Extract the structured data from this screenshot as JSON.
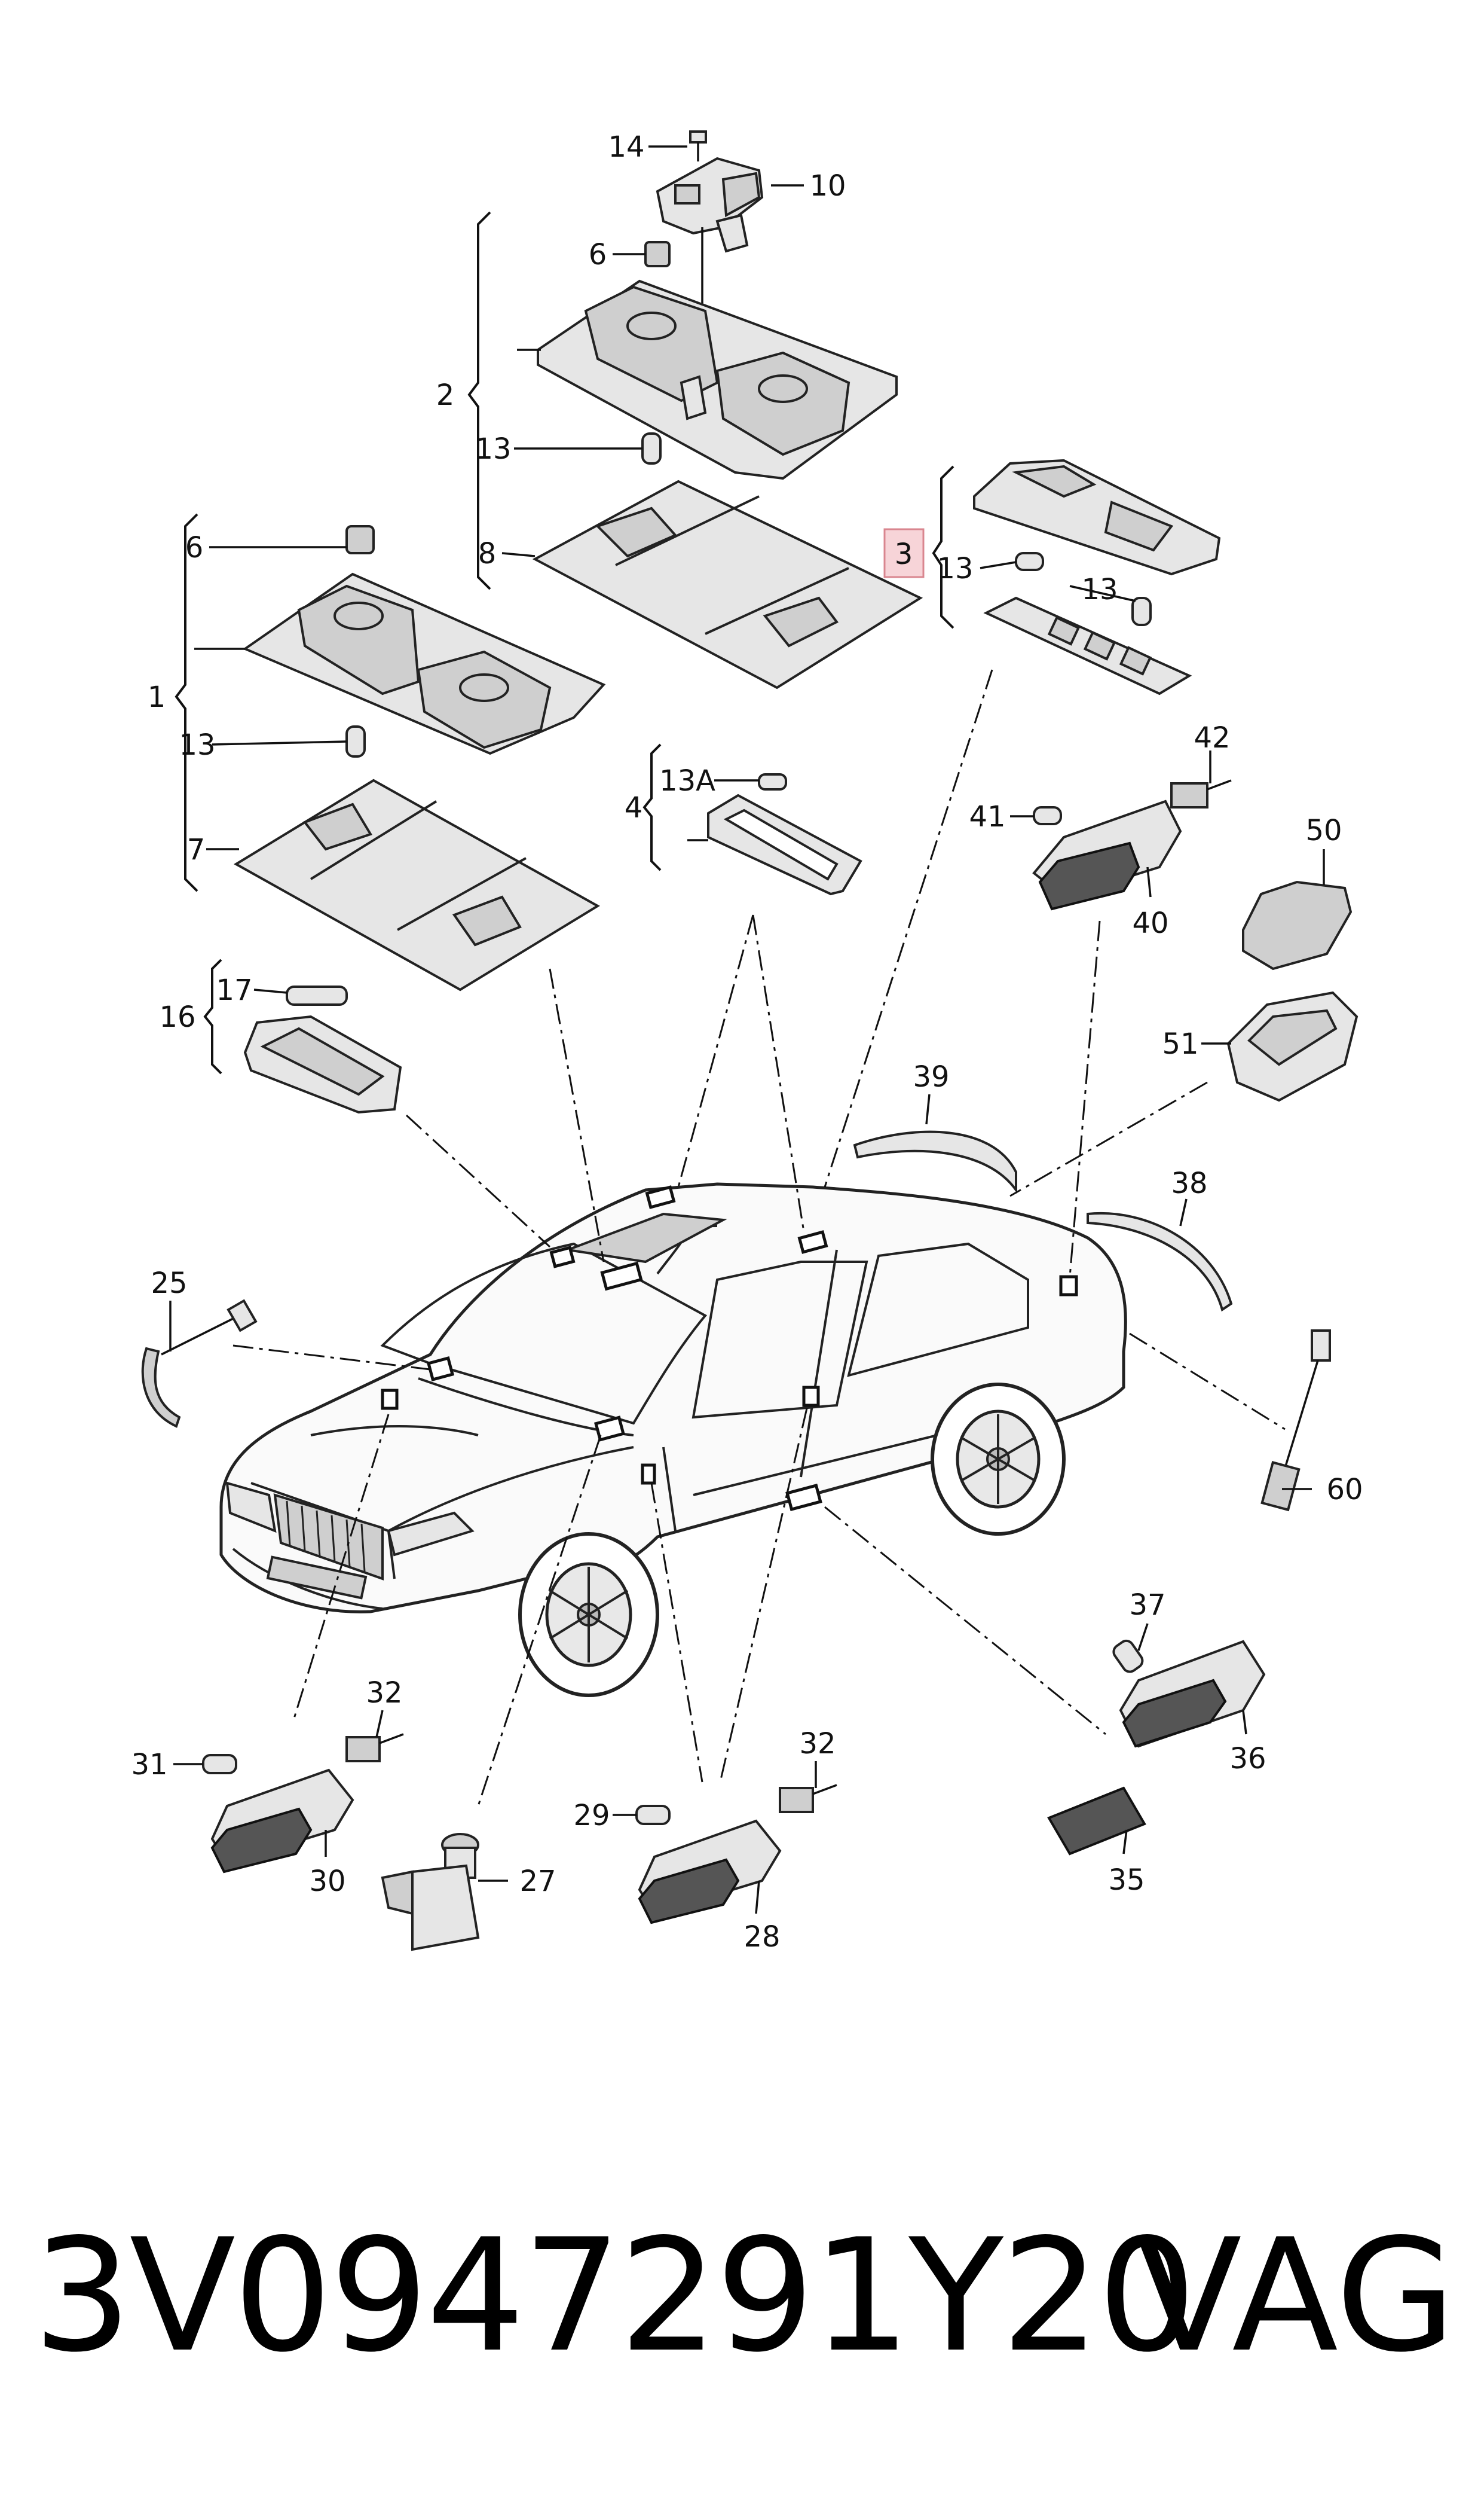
{
  "diagram": {
    "labels": [
      {
        "id": "14",
        "text": "14"
      },
      {
        "id": "10",
        "text": "10"
      },
      {
        "id": "6a",
        "text": "6"
      },
      {
        "id": "2",
        "text": "2"
      },
      {
        "id": "13a",
        "text": "13"
      },
      {
        "id": "8",
        "text": "8"
      },
      {
        "id": "3",
        "text": "3"
      },
      {
        "id": "13b",
        "text": "13"
      },
      {
        "id": "13c",
        "text": "13"
      },
      {
        "id": "6b",
        "text": "6"
      },
      {
        "id": "1",
        "text": "1"
      },
      {
        "id": "13d",
        "text": "13"
      },
      {
        "id": "7",
        "text": "7"
      },
      {
        "id": "4",
        "text": "4"
      },
      {
        "id": "13A",
        "text": "13A"
      },
      {
        "id": "42",
        "text": "42"
      },
      {
        "id": "41",
        "text": "41"
      },
      {
        "id": "40",
        "text": "40"
      },
      {
        "id": "50",
        "text": "50"
      },
      {
        "id": "17",
        "text": "17"
      },
      {
        "id": "16",
        "text": "16"
      },
      {
        "id": "51",
        "text": "51"
      },
      {
        "id": "39",
        "text": "39"
      },
      {
        "id": "38",
        "text": "38"
      },
      {
        "id": "25",
        "text": "25"
      },
      {
        "id": "60",
        "text": "60"
      },
      {
        "id": "37",
        "text": "37"
      },
      {
        "id": "36",
        "text": "36"
      },
      {
        "id": "32a",
        "text": "32"
      },
      {
        "id": "31",
        "text": "31"
      },
      {
        "id": "30",
        "text": "30"
      },
      {
        "id": "32b",
        "text": "32"
      },
      {
        "id": "29",
        "text": "29"
      },
      {
        "id": "27",
        "text": "27"
      },
      {
        "id": "28",
        "text": "28"
      },
      {
        "id": "35",
        "text": "35"
      }
    ],
    "highlight_label": "3",
    "highlight_color": "#f7d4d8",
    "highlight_border": "#d9868f"
  },
  "footer": {
    "part_number": "3V0947291Y20",
    "brand": "VAG"
  }
}
